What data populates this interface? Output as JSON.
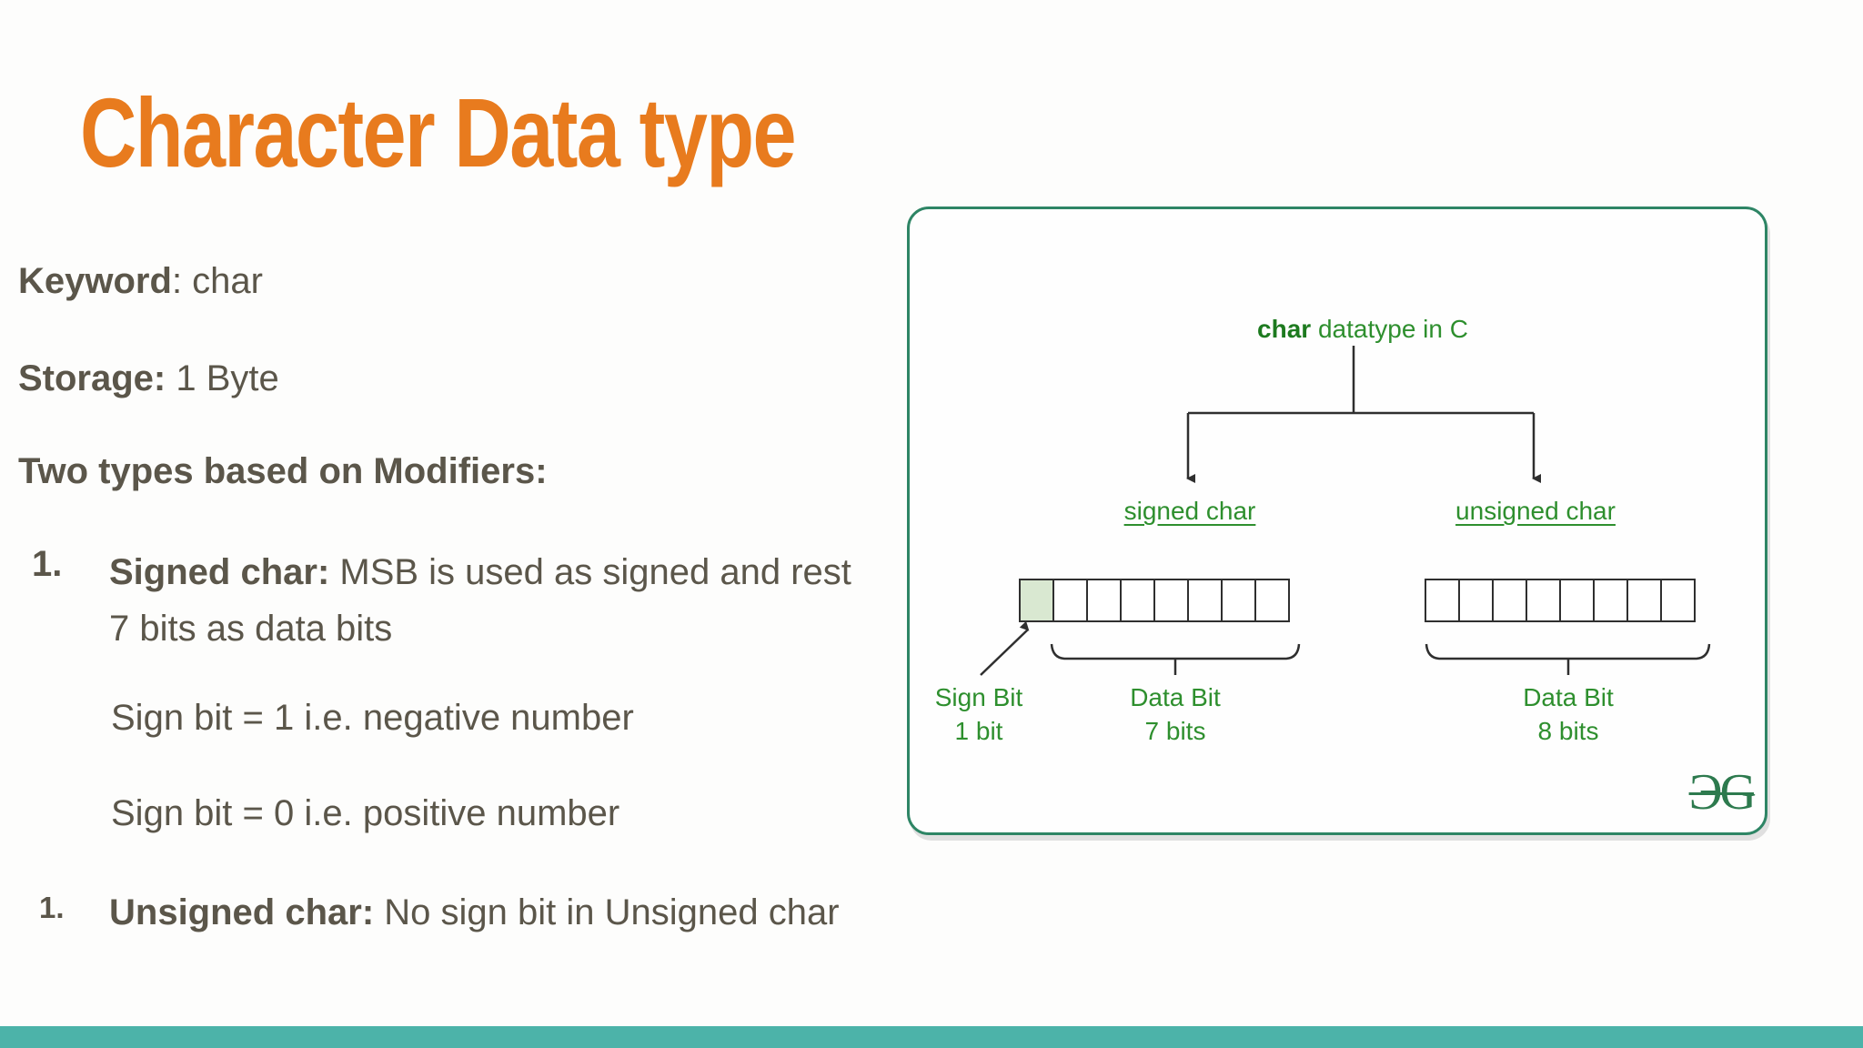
{
  "slide": {
    "title": "Character Data type",
    "keyword": {
      "label": "Keyword",
      "rest": ": char"
    },
    "storage": {
      "label": "Storage:",
      "rest": " 1 Byte"
    },
    "modifiers_heading": "Two types based on Modifiers:",
    "item1": {
      "marker": "1.",
      "bold": "Signed char:",
      "rest": " MSB is used as signed and rest 7 bits as data bits"
    },
    "note_negative": "Sign bit = 1 i.e. negative number",
    "note_positive": "Sign bit = 0 i.e. positive number",
    "item2": {
      "marker": "1.",
      "bold": "Unsigned char:",
      "rest": " No sign bit in Unsigned char"
    }
  },
  "diagram": {
    "root_bold": "char",
    "root_rest": " datatype in C",
    "left_branch": "signed char",
    "right_branch": "unsigned char",
    "signed_bits": {
      "total_cells": 8,
      "sign_cells": 1
    },
    "unsigned_bits": {
      "total_cells": 8,
      "sign_cells": 0
    },
    "sign_bit_label_line1": "Sign Bit",
    "sign_bit_label_line2": "1 bit",
    "data7_line1": "Data Bit",
    "data7_line2": "7 bits",
    "data8_line1": "Data Bit",
    "data8_line2": "8 bits",
    "logo_text": "ЭG"
  },
  "colors": {
    "title_orange": "#e87b1e",
    "body_text": "#5b564a",
    "diagram_green": "#2e8f2e",
    "diagram_green_dark": "#1d7a1f",
    "panel_border": "#2e8565",
    "logo_green": "#2d7a4e",
    "footer_teal": "#4cb3a9",
    "sign_cell_fill": "#d9e8d1"
  }
}
